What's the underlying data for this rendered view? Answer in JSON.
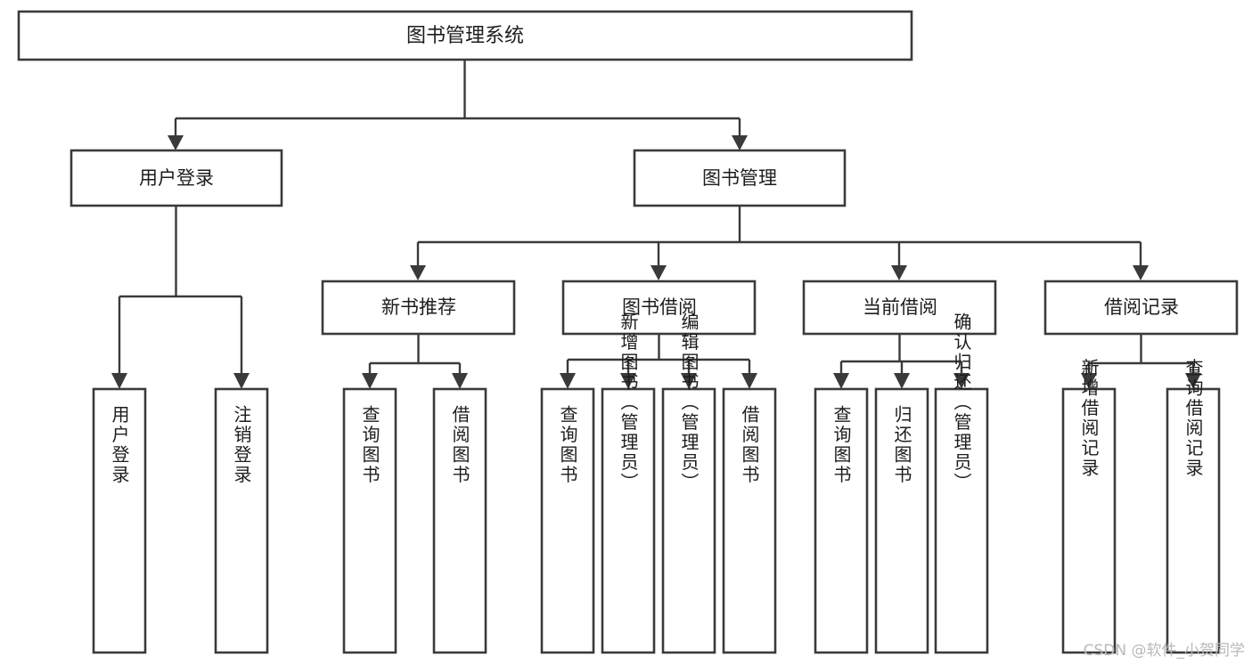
{
  "diagram": {
    "title": "图书管理系统",
    "type": "tree",
    "watermark": "CSDN @软件_小贺同学",
    "colors": {
      "box_stroke": "#3a3a3a",
      "box_fill": "#ffffff",
      "connector": "#3a3a3a",
      "text": "#1d1d1d",
      "background": "#ffffff",
      "watermark": "#b9b9b9"
    },
    "root": {
      "label": "图书管理系统"
    },
    "level2": [
      {
        "id": "user-login",
        "label": "用户登录"
      },
      {
        "id": "book-management",
        "label": "图书管理"
      }
    ],
    "level3": [
      {
        "id": "new-book-recommend",
        "label": "新书推荐",
        "parent": "book-management"
      },
      {
        "id": "book-borrow",
        "label": "图书借阅",
        "parent": "book-management"
      },
      {
        "id": "current-borrow",
        "label": "当前借阅",
        "parent": "book-management"
      },
      {
        "id": "borrow-record",
        "label": "借阅记录",
        "parent": "book-management"
      }
    ],
    "leaves": {
      "user-login": [
        {
          "id": "leaf-user-login",
          "label": "用户登录"
        },
        {
          "id": "leaf-logout",
          "label": "注销登录"
        }
      ],
      "new-book-recommend": [
        {
          "id": "leaf-query-book-1",
          "label": "查询图书"
        },
        {
          "id": "leaf-borrow-book-1",
          "label": "借阅图书"
        }
      ],
      "book-borrow": [
        {
          "id": "leaf-query-book-2",
          "label": "查询图书"
        },
        {
          "id": "leaf-add-book",
          "label": "新增图书（管理员）"
        },
        {
          "id": "leaf-edit-book",
          "label": "编辑图书（管理员）"
        },
        {
          "id": "leaf-borrow-book-2",
          "label": "借阅图书"
        }
      ],
      "current-borrow": [
        {
          "id": "leaf-query-book-3",
          "label": "查询图书"
        },
        {
          "id": "leaf-return-book",
          "label": "归还图书"
        },
        {
          "id": "leaf-confirm-return",
          "label": "确认归还（管理员）"
        }
      ],
      "borrow-record": [
        {
          "id": "leaf-add-record",
          "label": "新增借阅记录"
        },
        {
          "id": "leaf-query-record",
          "label": "查询借阅记录"
        }
      ]
    }
  }
}
